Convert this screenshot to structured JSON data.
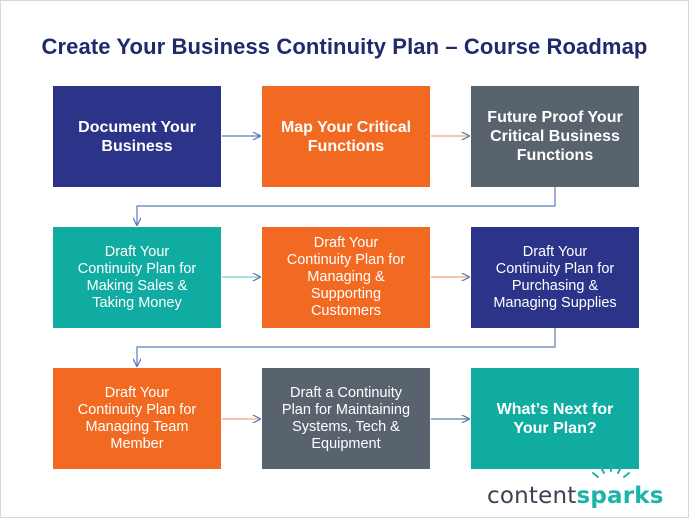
{
  "title": "Create Your Business Continuity Plan – Course Roadmap",
  "colors": {
    "navy": "#2b3489",
    "orange": "#f26a21",
    "slate": "#58636e",
    "teal": "#10aca1",
    "arrow": "#5a7db5",
    "title": "#1f2a6b"
  },
  "steps": [
    {
      "label": "Document Your\nBusiness",
      "color": "#2b3489"
    },
    {
      "label": "Map Your Critical\nFunctions",
      "color": "#f26a21"
    },
    {
      "label": "Future Proof Your\nCritical Business\nFunctions",
      "color": "#58636e"
    },
    {
      "label": "Draft Your\nContinuity Plan for\nMaking Sales &\nTaking Money",
      "color": "#10aca1"
    },
    {
      "label": "Draft Your\nContinuity Plan for\nManaging &\nSupporting\nCustomers",
      "color": "#f26a21"
    },
    {
      "label": "Draft Your\nContinuity Plan for\nPurchasing &\nManaging Supplies",
      "color": "#2b3489"
    },
    {
      "label": "Draft Your\nContinuity Plan for\nManaging Team\nMember",
      "color": "#f26a21"
    },
    {
      "label": "Draft a Continuity\nPlan for Maintaining\nSystems, Tech &\nEquipment",
      "color": "#58636e"
    },
    {
      "label": "What’s Next for\nYour Plan?",
      "color": "#10aca1"
    }
  ],
  "logo": {
    "text_main": "content",
    "text_accent": "sparks"
  }
}
